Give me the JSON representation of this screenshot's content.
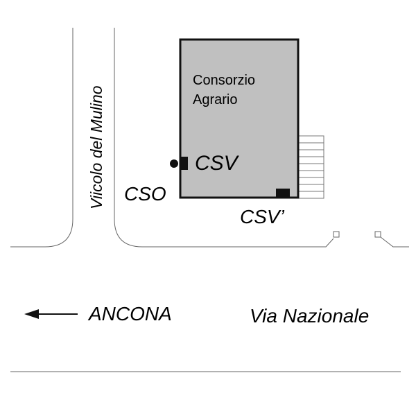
{
  "building": {
    "name_line1": "Consorzio",
    "name_line2": "Agrario",
    "fill_color": "#c0c0c0"
  },
  "labels": {
    "csv": "CSV",
    "cso": "CSO",
    "csv_prime": "CSV’"
  },
  "streets": {
    "side_street": "Viicolo del Mulino",
    "main_street": "Via Nazionale"
  },
  "direction": {
    "label": "ANCONA"
  }
}
